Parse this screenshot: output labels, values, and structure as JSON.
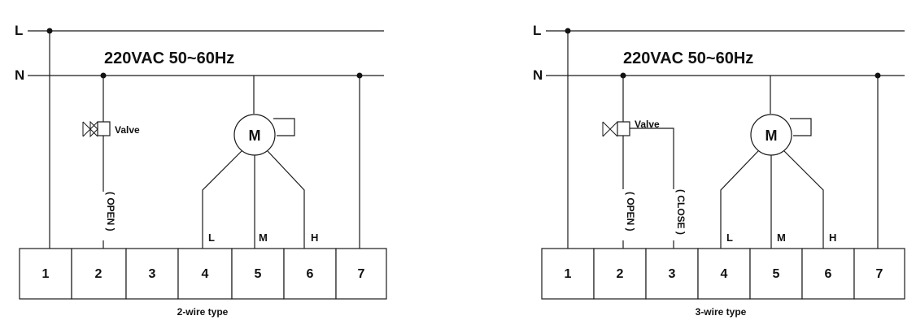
{
  "supply": {
    "live": "L",
    "neutral": "N",
    "voltage": "220VAC  50~60Hz"
  },
  "motor": {
    "symbol": "M",
    "speeds": [
      "L",
      "M",
      "H"
    ]
  },
  "valve": {
    "label": "Valve",
    "open": "( OPEN )",
    "close": "( CLOSE )"
  },
  "terminals": [
    "1",
    "2",
    "3",
    "4",
    "5",
    "6",
    "7"
  ],
  "diagrams": [
    {
      "caption": "2-wire type"
    },
    {
      "caption": "3-wire type"
    }
  ]
}
